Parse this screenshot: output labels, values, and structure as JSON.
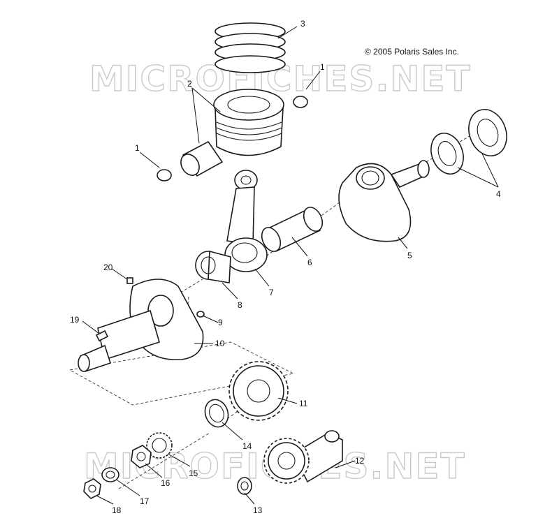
{
  "copyright": "© 2005 Polaris Sales Inc.",
  "watermark": "MICROFICHES.NET",
  "callouts": [
    "1",
    "1",
    "2",
    "3",
    "4",
    "5",
    "6",
    "7",
    "8",
    "9",
    "10",
    "11",
    "12",
    "13",
    "14",
    "15",
    "16",
    "17",
    "18",
    "19",
    "20"
  ]
}
